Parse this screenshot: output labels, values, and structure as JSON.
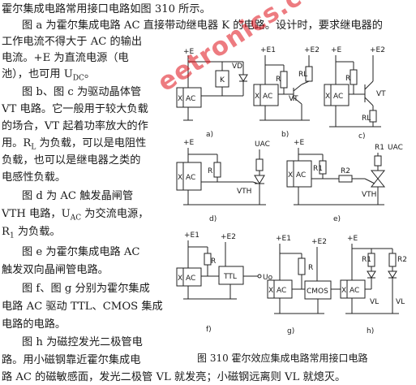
{
  "text": {
    "l1": "霍尔集成电路常用接口电路如图 310 所示。",
    "l2": "图 a 为霍尔集成电路 AC 直接带动继电器 K 的电路。设计时，要求继电器的",
    "l3": "工作电流不得大于 AC 的输出",
    "l4": "电流。+E 为直流电源（电",
    "l5": "池），也可用 U",
    "l5sub": "DC",
    "l5end": "。",
    "l6": "图 b、图 c 为驱动晶体管",
    "l7": "VT 电路。它一般用于较大负载",
    "l8": "的场合，VT 起着功率放大的作",
    "l9": "用。R",
    "l9sub": "L",
    "l9end": " 为负载，可以是电阻性",
    "l10": "负载，也可以是继电器之类的",
    "l11": "电感性负载。",
    "l12": "图 d 为 AC 触发晶闸管",
    "l13": "VTH 电路，U",
    "l13sub": "AC",
    "l13end": " 为交流电源，",
    "l14": "R",
    "l14sub": "1",
    "l14end": " 为负载。",
    "l15": "图 e 为霍尔集成电路 AC",
    "l16": "触发双向晶闸管电路。",
    "l17": "图 f、图 g 分别为霍尔集成",
    "l18": "电路 AC 驱动 TTL、CMOS 集成",
    "l19": "电路的电路。",
    "l20": "图 h 为磁控发光二极管电",
    "l21": "路。用小磁钢靠近霍尔集成电",
    "l22": "路 AC 的磁敏感面，发光二极管 VL 就发亮；小磁钢远离则 VL 就熄灭。",
    "caption": "图 310   霍尔效应集成电路常用接口电路"
  },
  "watermark": "eetronics.com",
  "diagram_labels": {
    "plusE": "+E",
    "plusE1": "+E1",
    "plusE2": "+E2",
    "X": "X",
    "AC": "AC",
    "K": "K",
    "VD": "VD",
    "R": "R",
    "R1": "R1",
    "R2": "R2",
    "RL": "RL",
    "VT": "VT",
    "UAC": "UAC",
    "VTH": "VTH",
    "TTL": "TTL",
    "Uo": "Uo",
    "CMOS": "CMOS",
    "VL": "VL",
    "a": "a)",
    "b": "b)",
    "c": "c)",
    "d": "d)",
    "e": "e)",
    "f": "f)",
    "g": "g)",
    "h": "h)"
  }
}
